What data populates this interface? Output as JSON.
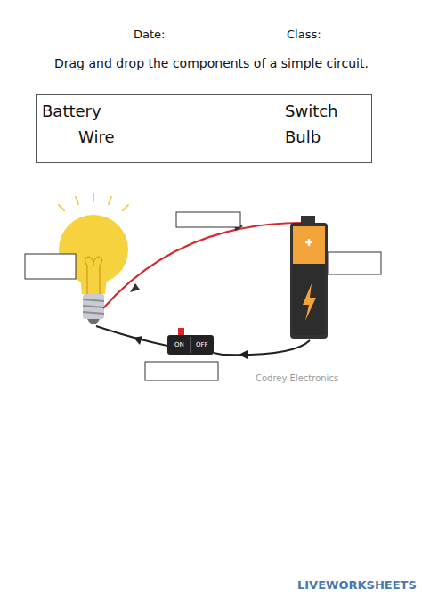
{
  "diagram": {
    "title": "Drag and drop the components of a simple circuit.",
    "nodes": [
      {
        "text": [
          "Battery",
          "Switch",
          "Wire",
          "Bulb"
        ]
      }
    ],
    "labels": [
      "Date:",
      "Class:",
      "ON",
      "OFF",
      "Codrey Electronics",
      "LIVEWORKSHEETS"
    ]
  }
}
